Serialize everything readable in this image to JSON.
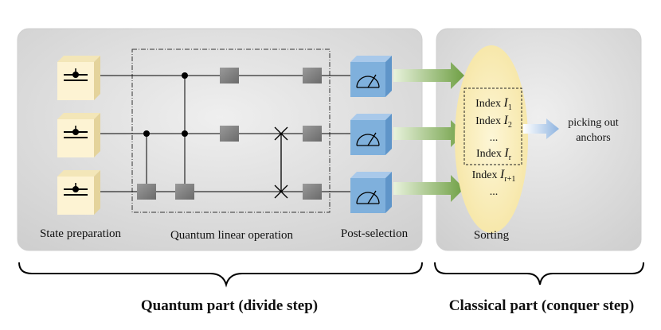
{
  "quantum_panel": {
    "labels": {
      "state_preparation": "State preparation",
      "linear_operation": "Quantum linear operation",
      "post_selection": "Post-selection"
    },
    "brace_label": "Quantum part (divide step)"
  },
  "classical_panel": {
    "sorting_label": "Sorting",
    "index_rows": [
      {
        "prefix": "Index ",
        "var": "I",
        "sub": "1"
      },
      {
        "prefix": "Index ",
        "var": "I",
        "sub": "2"
      },
      {
        "prefix": "...",
        "var": "",
        "sub": ""
      },
      {
        "prefix": "Index ",
        "var": "I",
        "sub": "r"
      }
    ],
    "extra_rows": [
      {
        "prefix": "Index ",
        "var": "I",
        "sub": "r+1"
      },
      {
        "prefix": "...",
        "var": "",
        "sub": ""
      }
    ],
    "output_line1": "picking out",
    "output_line2": "anchors",
    "brace_label": "Classical part (conquer step)"
  },
  "colors": {
    "panel_gray": "#d6d6d6",
    "cube_cream": "#fbf0cc",
    "cube_blue": "#7fb0dc",
    "arrow_green": "#7fae52",
    "ellipse_yellow": "#fbefbb",
    "gate_gray": "#7d7d7d"
  }
}
